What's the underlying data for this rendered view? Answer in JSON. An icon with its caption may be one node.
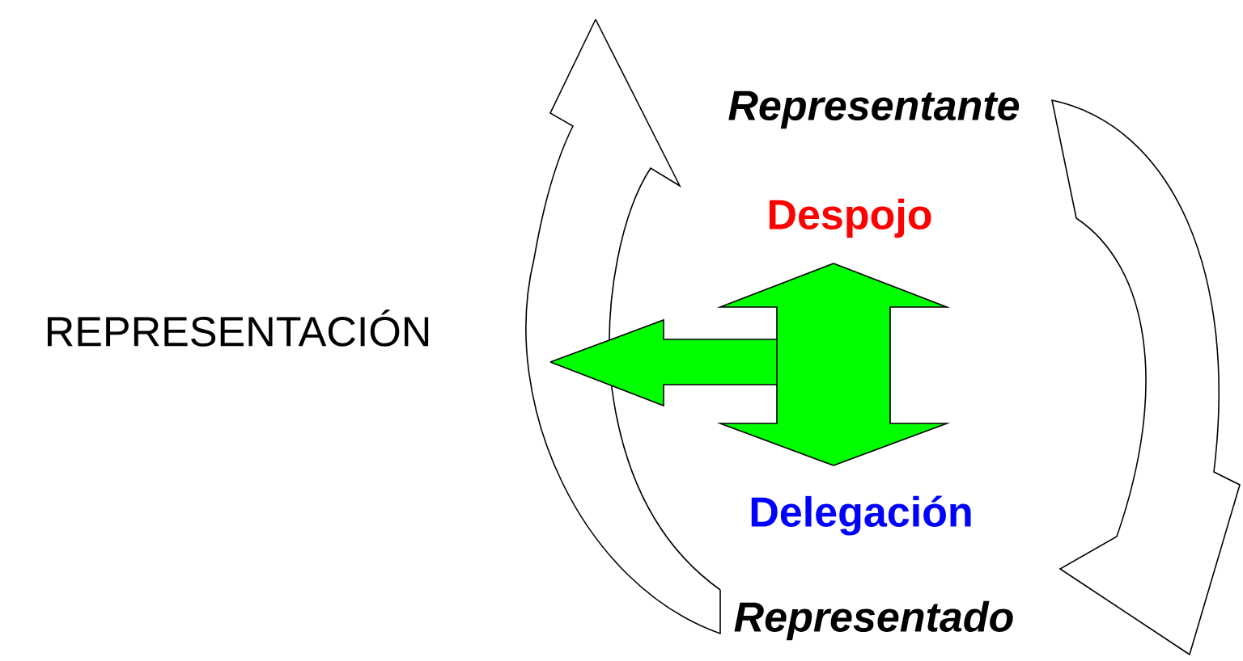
{
  "diagram": {
    "nodes": [
      {
        "text": [
          "Representante"
        ]
      },
      {
        "text": [
          "Despojo"
        ]
      },
      {
        "text": [
          "REPRESENTACIÓN"
        ]
      },
      {
        "text": [
          "Delegación"
        ]
      },
      {
        "text": [
          "Representado"
        ]
      }
    ],
    "edges": [
      {
        "from": 3,
        "to": 1,
        "arrow": "both",
        "color": "#00ff00"
      }
    ]
  }
}
